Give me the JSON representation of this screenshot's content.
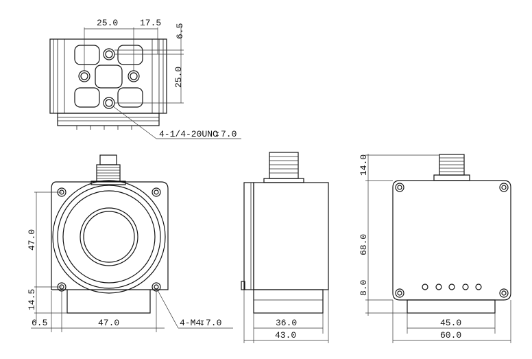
{
  "dimensions": {
    "top_view": {
      "width_25": "25.0",
      "offset_17_5": "17.5",
      "offset_6_5": "6.5",
      "height_25": "25.0",
      "thread_callout": "4-1/4-20UNC",
      "thread_depth": "7.0"
    },
    "front_view": {
      "height_47": "47.0",
      "offset_14_5": "14.5",
      "offset_6_5": "6.5",
      "width_47": "47.0",
      "hole_callout": "4-M4",
      "hole_depth": "7.0"
    },
    "side_view": {
      "width_36": "36.0",
      "width_43": "43.0"
    },
    "back_view": {
      "height_14": "14.0",
      "height_68": "68.0",
      "height_8": "8.0",
      "width_45": "45.0",
      "width_60": "60.0"
    }
  },
  "symbols": {
    "depth": "↧"
  }
}
